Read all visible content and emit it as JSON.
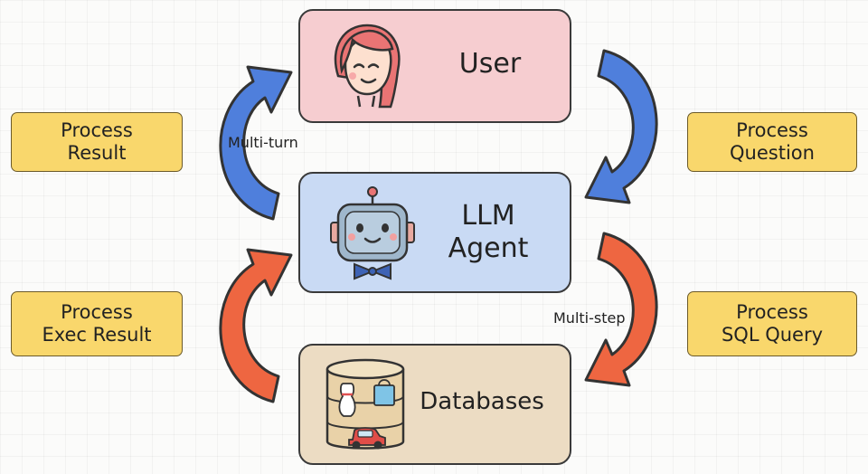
{
  "nodes": {
    "user": {
      "title": "User"
    },
    "agent": {
      "title_line1": "LLM",
      "title_line2": "Agent"
    },
    "databases": {
      "title": "Databases"
    }
  },
  "labels": {
    "process_result": {
      "line1": "Process",
      "line2": "Result"
    },
    "process_question": {
      "line1": "Process",
      "line2": "Question"
    },
    "process_exec_result": {
      "line1": "Process",
      "line2": "Exec Result"
    },
    "process_sql_query": {
      "line1": "Process",
      "line2": "SQL Query"
    }
  },
  "captions": {
    "multi_turn": "Multi-turn",
    "multi_step": "Multi-step"
  },
  "icons": [
    "user-face-icon",
    "robot-icon",
    "database-icon"
  ],
  "colors": {
    "user_box": "#f6cdd0",
    "agent_box": "#c9daf4",
    "databases_box": "#ecdcc3",
    "label_fill": "#f9d76c",
    "blue_arrow": "#4f7fdc",
    "red_arrow": "#ee6641",
    "outline": "#3a3a3a"
  }
}
